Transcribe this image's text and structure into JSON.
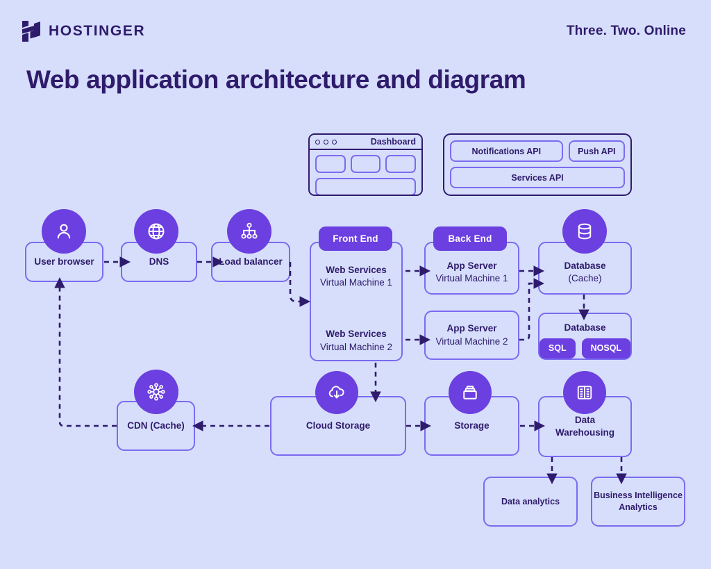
{
  "header": {
    "logo_text": "HOSTINGER",
    "logo_icon": "hostinger-h-logo",
    "tagline": "Three. Two. Online",
    "title": "Web application architecture and diagram"
  },
  "colors": {
    "background": "#d6defb",
    "accent_purple": "#6b3fe0",
    "border_light": "#7b6bf0",
    "ink_dark": "#2f1b6b"
  },
  "dashboard": {
    "title": "Dashboard",
    "dots": 3,
    "cells": 3
  },
  "api_panel": {
    "notifications": "Notifications API",
    "push": "Push API",
    "services": "Services API"
  },
  "nodes": {
    "user_browser": {
      "label": "User browser",
      "icon": "user-icon"
    },
    "dns": {
      "label": "DNS",
      "icon": "globe-icon"
    },
    "load_balancer": {
      "label": "Load balancer",
      "icon": "hierarchy-icon"
    },
    "front_end": {
      "badge": "Front End",
      "vm1_title": "Web Services",
      "vm1_sub": "Virtual Machine 1",
      "vm2_title": "Web Services",
      "vm2_sub": "Virtual Machine 2"
    },
    "back_end": {
      "badge": "Back End",
      "vm1_title": "App Server",
      "vm1_sub": "Virtual Machine 1",
      "vm2_title": "App Server",
      "vm2_sub": "Virtual Machine 2"
    },
    "database_cache": {
      "title": "Database",
      "sub": "(Cache)",
      "icon": "database-icon"
    },
    "database": {
      "title": "Database",
      "chip_sql": "SQL",
      "chip_nosql": "NOSQL"
    },
    "cdn": {
      "label": "CDN (Cache)",
      "icon": "cdn-network-icon"
    },
    "cloud_storage": {
      "label": "Cloud Storage",
      "icon": "cloud-download-icon"
    },
    "storage": {
      "label": "Storage",
      "icon": "storage-box-icon"
    },
    "data_warehousing": {
      "line1": "Data",
      "line2": "Warehousing",
      "icon": "warehouse-icon"
    },
    "data_analytics": {
      "label": "Data analytics"
    },
    "bi_analytics": {
      "line1": "Business Intelligence",
      "line2": "Analytics"
    }
  }
}
